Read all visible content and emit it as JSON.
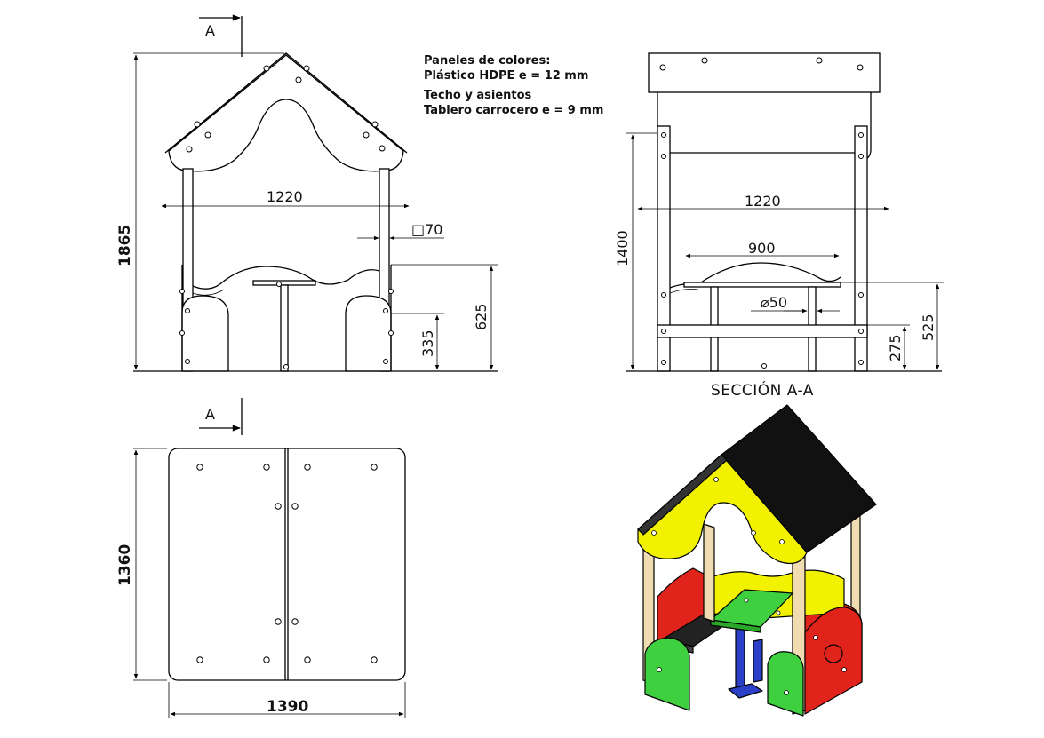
{
  "notes": {
    "line1": "Paneles de colores:",
    "line2": "Plástico HDPE e = 12 mm",
    "line3": "Techo y asientos",
    "line4": "Tablero carrocero e = 9 mm"
  },
  "front_view": {
    "section_marker": "A",
    "dim_height_total": "1865",
    "dim_width": "1220",
    "dim_post": "□70",
    "dim_panel_height": "625",
    "dim_seat_height": "335"
  },
  "side_section": {
    "caption": "SECCIÓN A-A",
    "dim_width": "1220",
    "dim_table_width": "900",
    "dim_height": "1400",
    "dim_tube": "⌀50",
    "dim_panel_height": "525",
    "dim_seat_height": "275"
  },
  "top_view": {
    "section_marker": "A",
    "dim_depth": "1360",
    "dim_width": "1390"
  },
  "render_colors": {
    "roof": "#111111",
    "yellow_panel": "#f2f200",
    "red_panel": "#e0241b",
    "green_panel": "#3ed03e",
    "blue_leg": "#2b3fc7",
    "wood_post": "#f0dcb0",
    "seat": "#222222"
  }
}
